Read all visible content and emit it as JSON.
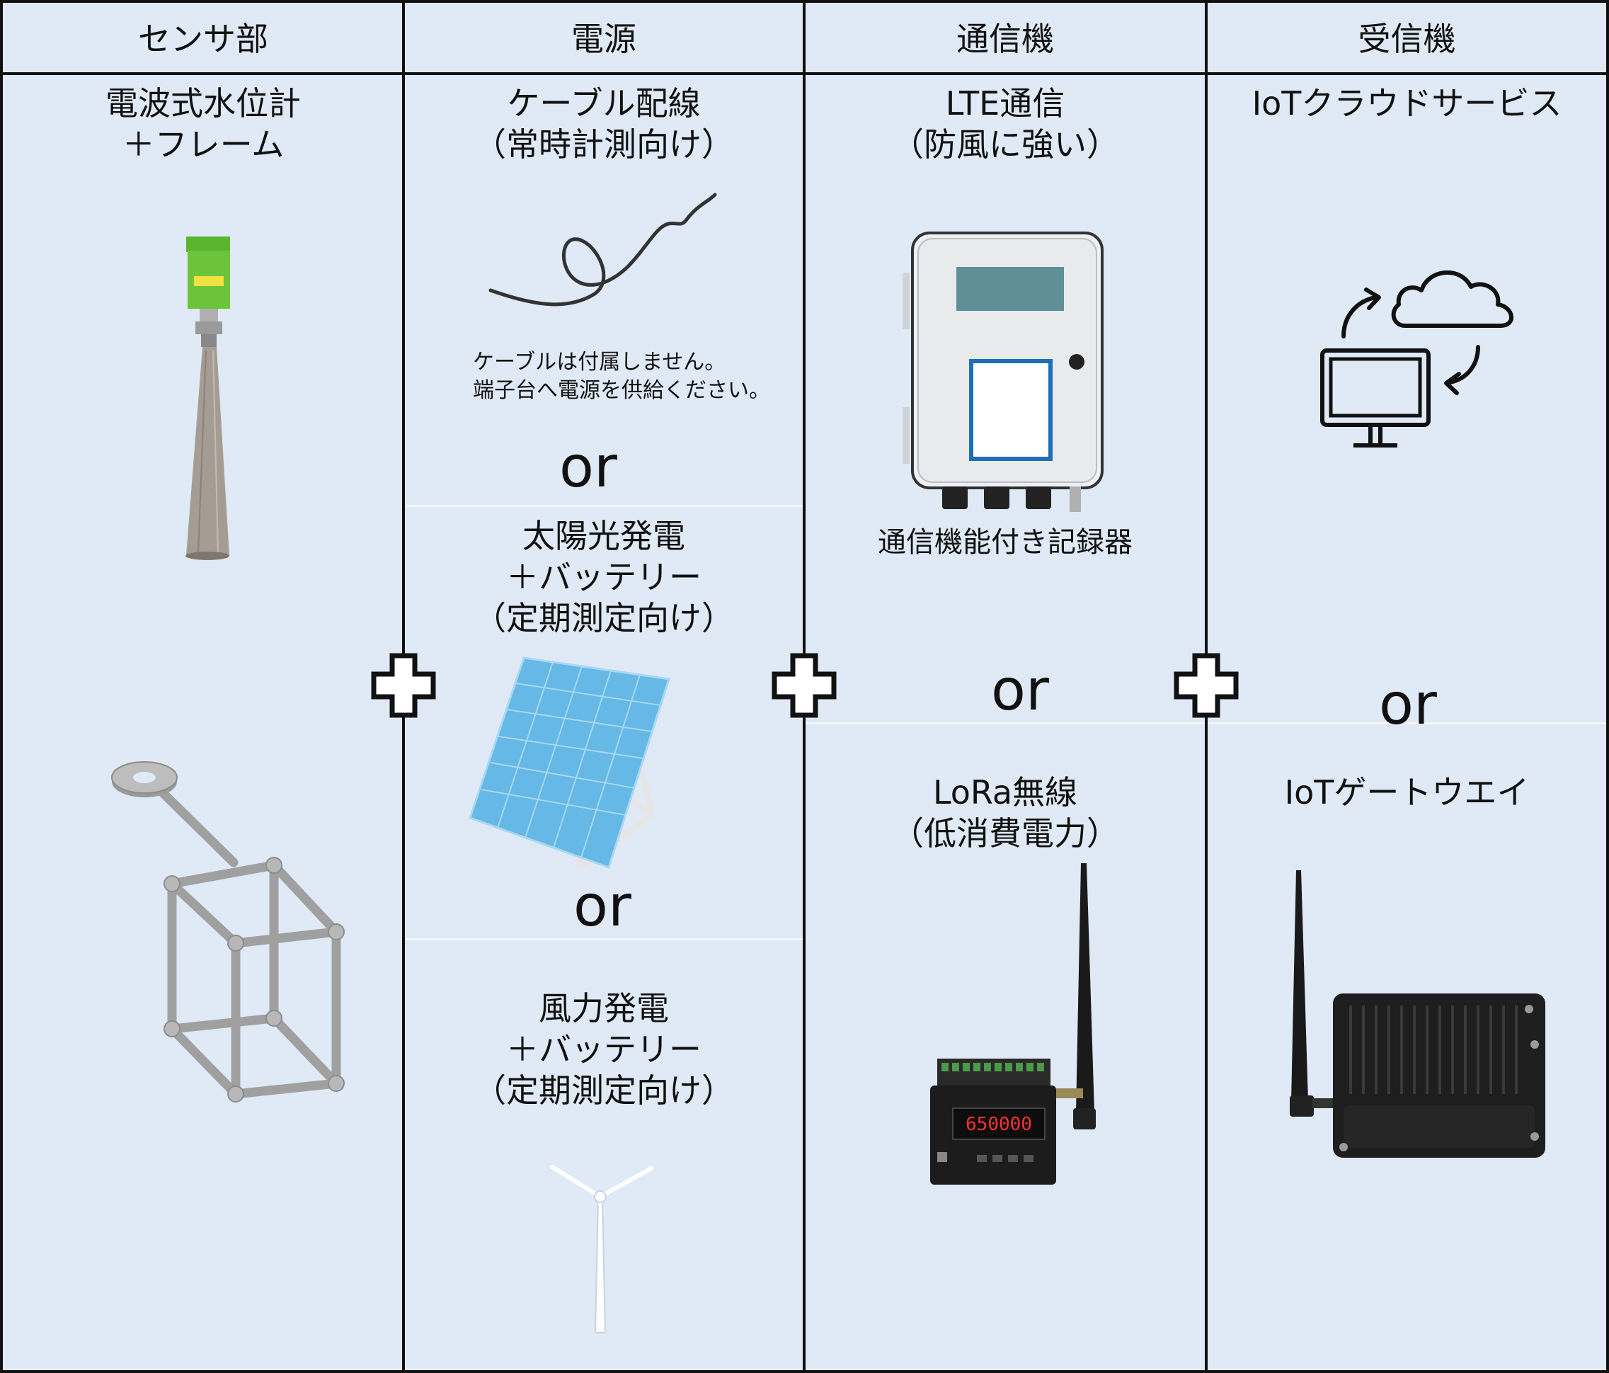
{
  "headers": [
    "センサ部",
    "電源",
    "通信機",
    "受信機"
  ],
  "sensor": {
    "top_title_1": "電波式水位計",
    "top_title_2": "＋フレーム"
  },
  "power": {
    "cable_title_1": "ケーブル配線",
    "cable_title_2": "（常時計測向け）",
    "cable_note_1": "ケーブルは付属しません。",
    "cable_note_2": "端子台へ電源を供給ください。",
    "or_1": "or",
    "solar_title_1": "太陽光発電",
    "solar_title_2": "＋バッテリー",
    "solar_title_3": "（定期測定向け）",
    "or_2": "or",
    "wind_title_1": "風力発電",
    "wind_title_2": "＋バッテリー",
    "wind_title_3": "（定期測定向け）"
  },
  "comm": {
    "lte_title_1": "LTE通信",
    "lte_title_2": "（防風に強い）",
    "logger_caption": "通信機能付き記録器",
    "or": "or",
    "lora_title_1": "LoRa無線",
    "lora_title_2": "（低消費電力）",
    "lora_display": "650000"
  },
  "receiver": {
    "cloud_title": "IoTクラウドサービス",
    "or": "or",
    "gateway_title": "IoTゲートウエイ"
  },
  "colors": {
    "panel": "#dfeaf6",
    "border": "#111111",
    "sensor_green": "#6cc43a",
    "solar_blue": "#66b8e6",
    "logger_frame": "#1d6fb8"
  }
}
